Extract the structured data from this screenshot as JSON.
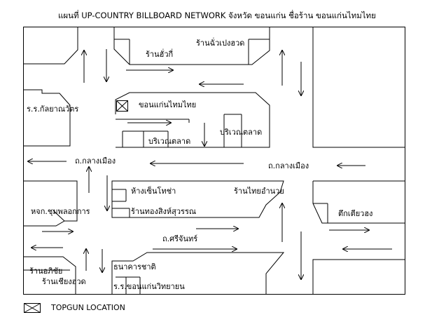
{
  "title": "แผนที่ UP-COUNTRY BILLBOARD NETWORK จังหวัด ขอนแก่น ชื่อร้าน ขอนแก่นไทมไทย",
  "labels": {
    "ran_chiew_peng_huad": "ร้านฉั่วเปงฮวด",
    "ran_huaki": "ร้านฮั่วกี่",
    "khon_kaen_thai_mai_thai": "ขอนแก่นไทมไทย",
    "ror_kanyawat": "ร.ร.กัลยาณวัตร",
    "boriwen_talad_1": "บริเวณตลาด",
    "boriwen_talad_2": "บริเวณตลาด",
    "thanon_klang_muang_left": "ถ.กลางเมือง",
    "thanon_klang_muang_right": "ถ.กลางเมือง",
    "hang_seng_choktha": "ห้างเซ็นโทช่า",
    "ran_thai_amnuay": "ร้านไทยอำนวย",
    "hjk_chumpol": "หจก.ชุมพลอกการ",
    "ran_thong_sing": "ร้านทองสิงห์สุวรรณ",
    "tuk_tiew_huang": "ตึกเตียวฮง",
    "thanon_sri_chan": "ถ.ศรีจันทร์",
    "ran_abichai": "ร้านอภิชัย",
    "ran_chiang_huad": "ร้านเชียงฮวด",
    "thanakhan_chat": "ธนาคารชาติ",
    "ror_khon_kaen_wittayayon": "ร.ร.ขอนแก่นวิทยายน"
  },
  "legend": {
    "marker": "x-box-icon",
    "text": "TOPGUN LOCATION"
  }
}
